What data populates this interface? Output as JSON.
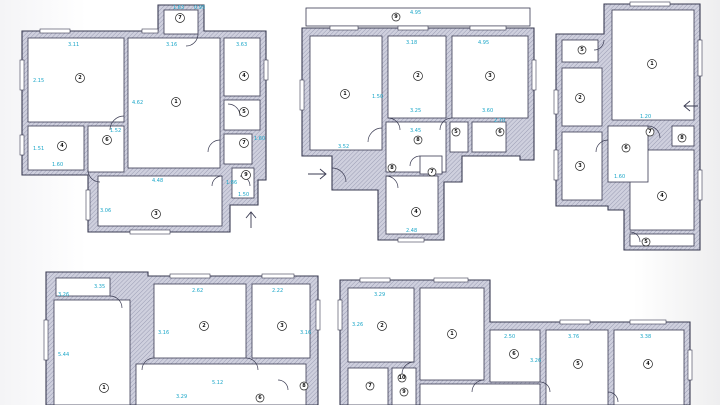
{
  "colors": {
    "wall": "#c7c8d8",
    "outline": "#3a3b52",
    "dimension_text": "#1aa6c8"
  },
  "plan_a": {
    "dims": [
      "1.63",
      "0.95",
      "3.11",
      "3.16",
      "3.63",
      "2.15",
      "4.62",
      "1.52",
      "1.51",
      "1.60",
      "4.48",
      "3.06",
      "1.60",
      "1.86",
      "1.50"
    ]
  },
  "plan_b": {
    "dims": [
      "4.95",
      "3.18",
      "4.95",
      "1.50",
      "3.25",
      "3.60",
      "2.70",
      "3.52",
      "3.45",
      "2.48"
    ]
  },
  "plan_c": {
    "dims": [
      "1.60",
      "1.20"
    ]
  },
  "plan_d": {
    "dims": [
      "3.35",
      "3.26",
      "2.62",
      "2.22",
      "3.16",
      "3.16",
      "5.12",
      "5.44",
      "3.29"
    ]
  },
  "plan_e": {
    "dims": [
      "3.29",
      "3.26",
      "2.50",
      "3.76",
      "3.38",
      "3.26"
    ]
  }
}
